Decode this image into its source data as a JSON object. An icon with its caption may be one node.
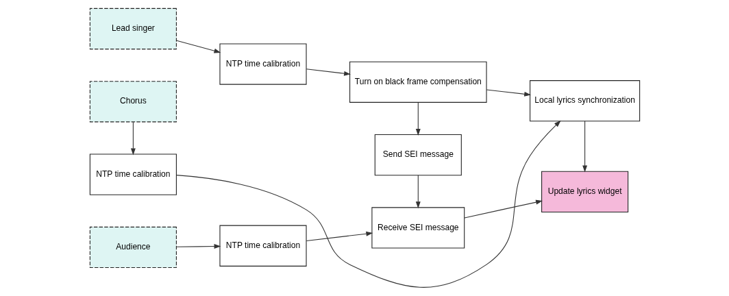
{
  "diagram": {
    "nodes": [
      {
        "text": [
          "Lead singer"
        ]
      },
      {
        "text": [
          "NTP time calibration"
        ]
      },
      {
        "text": [
          "Turn on black frame compensation"
        ]
      },
      {
        "text": [
          "Local lyrics synchronization"
        ]
      },
      {
        "text": [
          "NTP time calibration"
        ]
      },
      {
        "text": [
          "Send SEI message"
        ]
      },
      {
        "text": [
          "Audience"
        ]
      },
      {
        "text": [
          "NTP time calibration"
        ]
      },
      {
        "text": [
          "Receive SEI message"
        ]
      },
      {
        "text": [
          "Update lyrics widget"
        ]
      },
      {
        "text": [
          "Chorus"
        ]
      }
    ],
    "edges": [
      {
        "from": 0,
        "to": 1,
        "arrow": "to"
      },
      {
        "from": 1,
        "to": 2,
        "arrow": "to"
      },
      {
        "from": 2,
        "to": 3,
        "arrow": "to"
      },
      {
        "from": 4,
        "to": 3,
        "arrow": "to"
      },
      {
        "from": 2,
        "to": 5,
        "arrow": "to"
      },
      {
        "from": 5,
        "to": 8,
        "arrow": "to"
      },
      {
        "from": 3,
        "to": 9,
        "arrow": "to"
      },
      {
        "from": 10,
        "to": 4,
        "arrow": "to"
      },
      {
        "from": 6,
        "to": 7,
        "arrow": "to"
      },
      {
        "from": 7,
        "to": 8,
        "arrow": "to"
      },
      {
        "from": 8,
        "to": 9,
        "arrow": "to"
      }
    ]
  }
}
